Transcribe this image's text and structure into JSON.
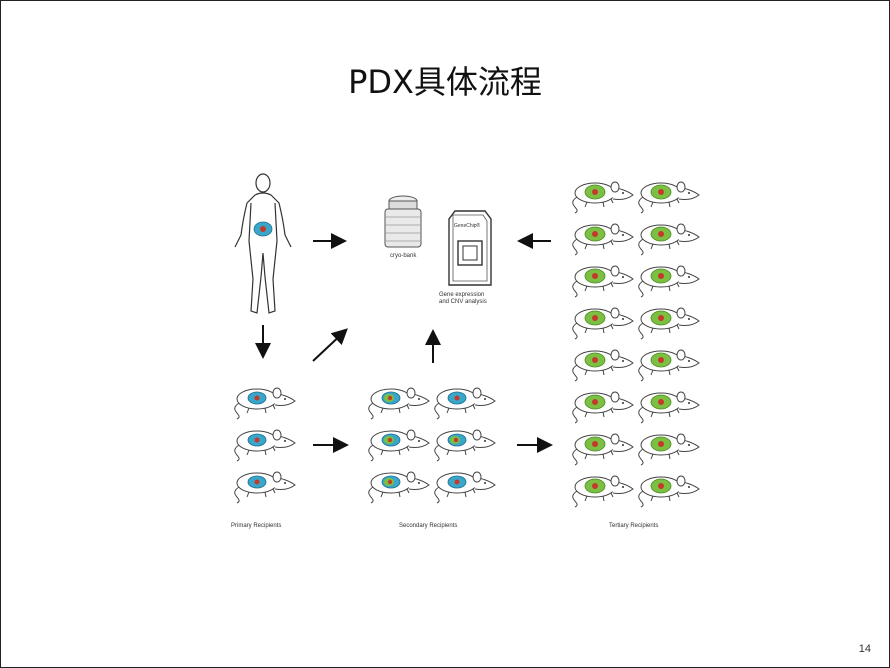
{
  "slide": {
    "title": "PDX具体流程",
    "page_number": "14"
  },
  "figure": {
    "cryo_bank_label": "cryo-bank",
    "chip_brand_label": "GeneChip®",
    "analysis_label_line1": "Gene expression",
    "analysis_label_line2": "and CNV analysis",
    "primary_label": "Primary Recipients",
    "secondary_label": "Secondary Recipients",
    "tertiary_label": "Tertiary Recipients"
  },
  "colors": {
    "tumor_blue": "#3aa6c9",
    "tumor_green": "#7bc043",
    "tumor_red": "#c43a2a",
    "outline": "#333333"
  }
}
